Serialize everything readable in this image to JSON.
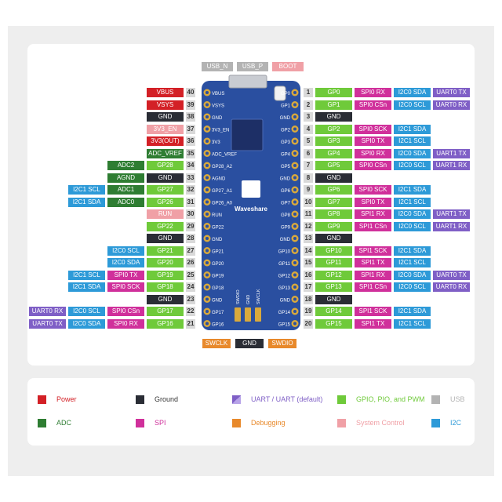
{
  "colors": {
    "power": "#d32026",
    "ground": "#2a2d35",
    "uart": "#7f5fc6",
    "gpio": "#6fca3a",
    "usb": "#b3b3b3",
    "adc": "#2e7d32",
    "spi": "#d0309b",
    "debug": "#e8892b",
    "sysctl": "#f0a0a6",
    "i2c": "#2d9ad8",
    "board": "#2a4fa0"
  },
  "board": {
    "logo_text": "Waveshare",
    "left_pins": [
      "VBUS",
      "VSYS",
      "GND",
      "3V3_EN",
      "3V3",
      "ADC_VREF",
      "GP28_A2",
      "AGND",
      "GP27_A1",
      "GP26_A0",
      "RUN",
      "GP22",
      "GND",
      "GP21",
      "GP20",
      "GP19",
      "GP18",
      "GND",
      "GP17",
      "GP16"
    ],
    "right_pins": [
      "GP0",
      "GP1",
      "GND",
      "GP2",
      "GP3",
      "GP4",
      "GP5",
      "GND",
      "GP6",
      "GP7",
      "GP8",
      "GP9",
      "GND",
      "GP10",
      "GP11",
      "GP12",
      "GP13",
      "GND",
      "GP14",
      "GP15"
    ],
    "bottom_pins": [
      "SWDIO",
      "GND",
      "SWCLK"
    ]
  },
  "top_labels": [
    {
      "text": "USB_N",
      "t": "usb"
    },
    {
      "text": "USB_P",
      "t": "usb"
    },
    {
      "text": "BOOT",
      "t": "sysctl"
    }
  ],
  "bottom_labels": [
    {
      "text": "SWCLK",
      "t": "debug"
    },
    {
      "text": "GND",
      "t": "ground"
    },
    {
      "text": "SWDIO",
      "t": "debug"
    }
  ],
  "left_rows": [
    {
      "num": "40",
      "labels": [
        {
          "text": "VBUS",
          "t": "power"
        }
      ]
    },
    {
      "num": "39",
      "labels": [
        {
          "text": "VSYS",
          "t": "power"
        }
      ]
    },
    {
      "num": "38",
      "labels": [
        {
          "text": "GND",
          "t": "ground"
        }
      ]
    },
    {
      "num": "37",
      "labels": [
        {
          "text": "3V3_EN",
          "t": "sysctl"
        }
      ]
    },
    {
      "num": "36",
      "labels": [
        {
          "text": "3V3(OUT)",
          "t": "power"
        }
      ]
    },
    {
      "num": "35",
      "labels": [
        {
          "text": "ADC_VREF",
          "t": "adc"
        }
      ]
    },
    {
      "num": "34",
      "labels": [
        {
          "text": "ADC2",
          "t": "adc"
        },
        {
          "text": "GP28",
          "t": "gpio"
        }
      ]
    },
    {
      "num": "33",
      "labels": [
        {
          "text": "AGND",
          "t": "adc"
        },
        {
          "text": "GND",
          "t": "ground"
        }
      ]
    },
    {
      "num": "32",
      "labels": [
        {
          "text": "I2C1 SCL",
          "t": "i2c"
        },
        {
          "text": "ADC1",
          "t": "adc"
        },
        {
          "text": "GP27",
          "t": "gpio"
        }
      ]
    },
    {
      "num": "31",
      "labels": [
        {
          "text": "I2C1 SDA",
          "t": "i2c"
        },
        {
          "text": "ADC0",
          "t": "adc"
        },
        {
          "text": "GP26",
          "t": "gpio"
        }
      ]
    },
    {
      "num": "30",
      "labels": [
        {
          "text": "RUN",
          "t": "sysctl"
        }
      ]
    },
    {
      "num": "29",
      "labels": [
        {
          "text": "GP22",
          "t": "gpio"
        }
      ]
    },
    {
      "num": "28",
      "labels": [
        {
          "text": "GND",
          "t": "ground"
        }
      ]
    },
    {
      "num": "27",
      "labels": [
        {
          "text": "I2C0 SCL",
          "t": "i2c"
        },
        {
          "text": "GP21",
          "t": "gpio"
        }
      ]
    },
    {
      "num": "26",
      "labels": [
        {
          "text": "I2C0 SDA",
          "t": "i2c"
        },
        {
          "text": "GP20",
          "t": "gpio"
        }
      ]
    },
    {
      "num": "25",
      "labels": [
        {
          "text": "I2C1 SCL",
          "t": "i2c"
        },
        {
          "text": "SPI0 TX",
          "t": "spi"
        },
        {
          "text": "GP19",
          "t": "gpio"
        }
      ]
    },
    {
      "num": "24",
      "labels": [
        {
          "text": "I2C1 SDA",
          "t": "i2c"
        },
        {
          "text": "SPI0 SCK",
          "t": "spi"
        },
        {
          "text": "GP18",
          "t": "gpio"
        }
      ]
    },
    {
      "num": "23",
      "labels": [
        {
          "text": "GND",
          "t": "ground"
        }
      ]
    },
    {
      "num": "22",
      "labels": [
        {
          "text": "UART0 RX",
          "t": "uart"
        },
        {
          "text": "I2C0 SCL",
          "t": "i2c"
        },
        {
          "text": "SPI0 CSn",
          "t": "spi"
        },
        {
          "text": "GP17",
          "t": "gpio"
        }
      ]
    },
    {
      "num": "21",
      "labels": [
        {
          "text": "UART0 TX",
          "t": "uart"
        },
        {
          "text": "I2C0 SDA",
          "t": "i2c"
        },
        {
          "text": "SPI0 RX",
          "t": "spi"
        },
        {
          "text": "GP16",
          "t": "gpio"
        }
      ]
    }
  ],
  "right_rows": [
    {
      "num": "1",
      "labels": [
        {
          "text": "GP0",
          "t": "gpio"
        },
        {
          "text": "SPI0 RX",
          "t": "spi"
        },
        {
          "text": "I2C0 SDA",
          "t": "i2c"
        },
        {
          "text": "UART0 TX",
          "t": "uartd"
        }
      ]
    },
    {
      "num": "2",
      "labels": [
        {
          "text": "GP1",
          "t": "gpio"
        },
        {
          "text": "SPI0 CSn",
          "t": "spi"
        },
        {
          "text": "I2C0 SCL",
          "t": "i2c"
        },
        {
          "text": "UART0 RX",
          "t": "uartd"
        }
      ]
    },
    {
      "num": "3",
      "labels": [
        {
          "text": "GND",
          "t": "ground"
        }
      ]
    },
    {
      "num": "4",
      "labels": [
        {
          "text": "GP2",
          "t": "gpio"
        },
        {
          "text": "SPI0 SCK",
          "t": "spi"
        },
        {
          "text": "I2C1 SDA",
          "t": "i2c"
        }
      ]
    },
    {
      "num": "5",
      "labels": [
        {
          "text": "GP3",
          "t": "gpio"
        },
        {
          "text": "SPI0 TX",
          "t": "spi"
        },
        {
          "text": "I2C1 SCL",
          "t": "i2c"
        }
      ]
    },
    {
      "num": "6",
      "labels": [
        {
          "text": "GP4",
          "t": "gpio"
        },
        {
          "text": "SPI0 RX",
          "t": "spi"
        },
        {
          "text": "I2C0 SDA",
          "t": "i2c"
        },
        {
          "text": "UART1 TX",
          "t": "uart"
        }
      ]
    },
    {
      "num": "7",
      "labels": [
        {
          "text": "GP5",
          "t": "gpio"
        },
        {
          "text": "SPI0 CSn",
          "t": "spi"
        },
        {
          "text": "I2C0 SCL",
          "t": "i2c"
        },
        {
          "text": "UART1 RX",
          "t": "uart"
        }
      ]
    },
    {
      "num": "8",
      "labels": [
        {
          "text": "GND",
          "t": "ground"
        }
      ]
    },
    {
      "num": "9",
      "labels": [
        {
          "text": "GP6",
          "t": "gpio"
        },
        {
          "text": "SPI0 SCK",
          "t": "spi"
        },
        {
          "text": "I2C1 SDA",
          "t": "i2c"
        }
      ]
    },
    {
      "num": "10",
      "labels": [
        {
          "text": "GP7",
          "t": "gpio"
        },
        {
          "text": "SPI0 TX",
          "t": "spi"
        },
        {
          "text": "I2C1 SCL",
          "t": "i2c"
        }
      ]
    },
    {
      "num": "11",
      "labels": [
        {
          "text": "GP8",
          "t": "gpio"
        },
        {
          "text": "SPI1 RX",
          "t": "spi"
        },
        {
          "text": "I2C0 SDA",
          "t": "i2c"
        },
        {
          "text": "UART1 TX",
          "t": "uart"
        }
      ]
    },
    {
      "num": "12",
      "labels": [
        {
          "text": "GP9",
          "t": "gpio"
        },
        {
          "text": "SPI1 CSn",
          "t": "spi"
        },
        {
          "text": "I2C0 SCL",
          "t": "i2c"
        },
        {
          "text": "UART1 RX",
          "t": "uart"
        }
      ]
    },
    {
      "num": "13",
      "labels": [
        {
          "text": "GND",
          "t": "ground"
        }
      ]
    },
    {
      "num": "14",
      "labels": [
        {
          "text": "GP10",
          "t": "gpio"
        },
        {
          "text": "SPI1 SCK",
          "t": "spi"
        },
        {
          "text": "I2C1 SDA",
          "t": "i2c"
        }
      ]
    },
    {
      "num": "15",
      "labels": [
        {
          "text": "GP11",
          "t": "gpio"
        },
        {
          "text": "SPI1 TX",
          "t": "spi"
        },
        {
          "text": "I2C1 SCL",
          "t": "i2c"
        }
      ]
    },
    {
      "num": "16",
      "labels": [
        {
          "text": "GP12",
          "t": "gpio"
        },
        {
          "text": "SPI1 RX",
          "t": "spi"
        },
        {
          "text": "I2C0 SDA",
          "t": "i2c"
        },
        {
          "text": "UART0 TX",
          "t": "uart"
        }
      ]
    },
    {
      "num": "17",
      "labels": [
        {
          "text": "GP13",
          "t": "gpio"
        },
        {
          "text": "SPI1 CSn",
          "t": "spi"
        },
        {
          "text": "I2C0 SCL",
          "t": "i2c"
        },
        {
          "text": "UART0 RX",
          "t": "uart"
        }
      ]
    },
    {
      "num": "18",
      "labels": [
        {
          "text": "GND",
          "t": "ground"
        }
      ]
    },
    {
      "num": "19",
      "labels": [
        {
          "text": "GP14",
          "t": "gpio"
        },
        {
          "text": "SPI1 SCK",
          "t": "spi"
        },
        {
          "text": "I2C1 SDA",
          "t": "i2c"
        }
      ]
    },
    {
      "num": "20",
      "labels": [
        {
          "text": "GP15",
          "t": "gpio"
        },
        {
          "text": "SPI1 TX",
          "t": "spi"
        },
        {
          "text": "I2C1 SCL",
          "t": "i2c"
        }
      ]
    }
  ],
  "legend": [
    {
      "text": "Power",
      "t": "power"
    },
    {
      "text": "Ground",
      "t": "ground"
    },
    {
      "text": "UART / UART (default)",
      "t": "uart",
      "split": true
    },
    {
      "text": "GPIO, PIO, and PWM",
      "t": "gpio"
    },
    {
      "text": "USB",
      "t": "usb"
    },
    {
      "text": "ADC",
      "t": "adc"
    },
    {
      "text": "SPI",
      "t": "spi"
    },
    {
      "text": "Debugging",
      "t": "debug"
    },
    {
      "text": "System Control",
      "t": "sysctl"
    },
    {
      "text": "I2C",
      "t": "i2c"
    }
  ]
}
